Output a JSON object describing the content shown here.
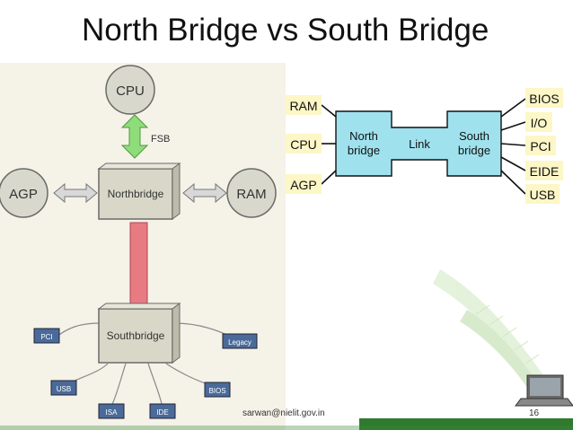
{
  "title": "North Bridge vs South Bridge",
  "left_diagram": {
    "cpu": "CPU",
    "fsb": "FSB",
    "agp": "AGP",
    "northbridge": "Northbridge",
    "ram": "RAM",
    "southbridge": "Southbridge",
    "pci": "PCI",
    "legacy": "Legacy",
    "usb": "USB",
    "isa": "ISA",
    "ide": "IDE",
    "bios": "BIOS"
  },
  "right_diagram": {
    "ram": "RAM",
    "cpu": "CPU",
    "agp": "AGP",
    "north_line1": "North",
    "north_line2": "bridge",
    "link": "Link",
    "south_line1": "South",
    "south_line2": "bridge",
    "bios": "BIOS",
    "io": "I/O",
    "pci": "PCI",
    "eide": "EIDE",
    "usb": "USB"
  },
  "footer": {
    "url": "sarwan@nielit.gov.in",
    "page": "16"
  },
  "colors": {
    "box_fill": "#cfe9f6",
    "link_fill": "#9fe2ee",
    "label_fill": "#fdf6c6",
    "connector": "#e06070",
    "fsb_arrow": "#8fdc7a"
  }
}
